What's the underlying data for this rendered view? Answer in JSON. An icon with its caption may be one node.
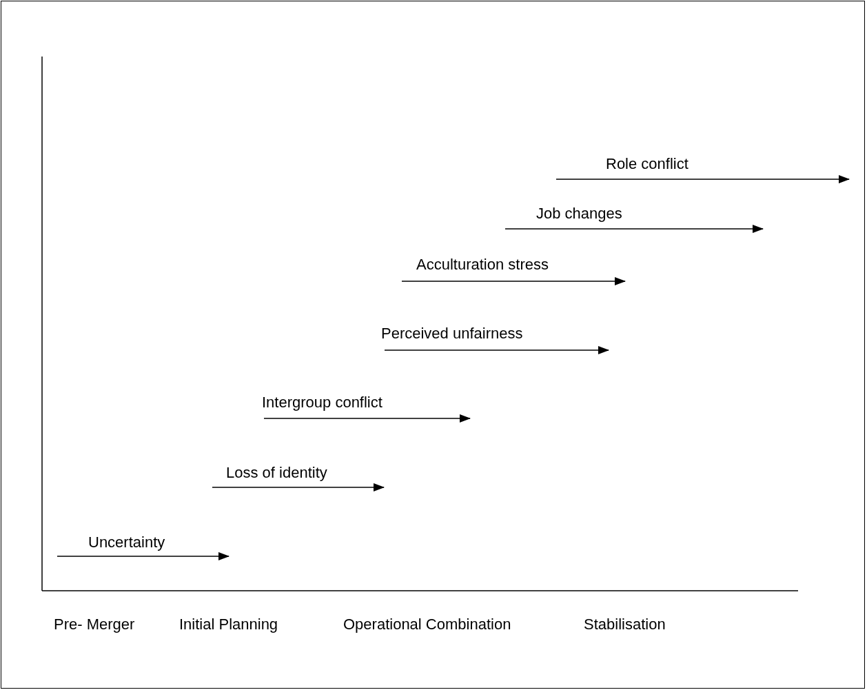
{
  "diagram": {
    "labels": [
      "Role conflict",
      "Job changes",
      "Acculturation stress",
      "Perceived unfairness",
      "Intergroup conflict",
      "Loss of identity",
      "Uncertainty",
      "Pre- Merger",
      "Initial Planning",
      "Operational Combination",
      "Stabilisation"
    ]
  }
}
